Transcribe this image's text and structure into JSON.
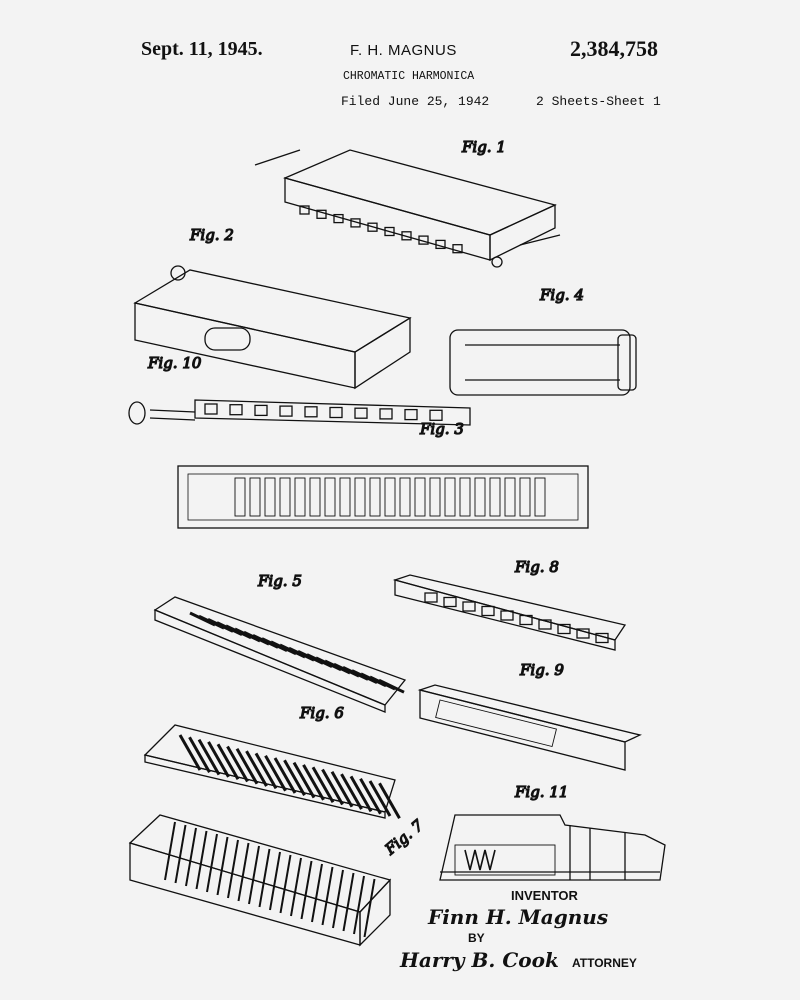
{
  "header": {
    "date": "Sept. 11, 1945.",
    "inventor_name": "F. H. MAGNUS",
    "patent_number": "2,384,758",
    "title": "CHROMATIC HARMONICA",
    "filed": "Filed June 25, 1942",
    "sheets": "2 Sheets-Sheet 1"
  },
  "figures": {
    "fig1": "Fig. 1",
    "fig2": "Fig. 2",
    "fig3": "Fig. 3",
    "fig4": "Fig. 4",
    "fig5": "Fig. 5",
    "fig6": "Fig. 6",
    "fig7": "Fig. 7",
    "fig8": "Fig. 8",
    "fig9": "Fig. 9",
    "fig10": "Fig. 10",
    "fig11": "Fig. 11"
  },
  "signature_block": {
    "inventor_label": "INVENTOR",
    "inventor_signature": "Finn H. Magnus",
    "by_label": "BY",
    "attorney_signature": "Harry B. Cook",
    "attorney_label": "ATTORNEY"
  }
}
